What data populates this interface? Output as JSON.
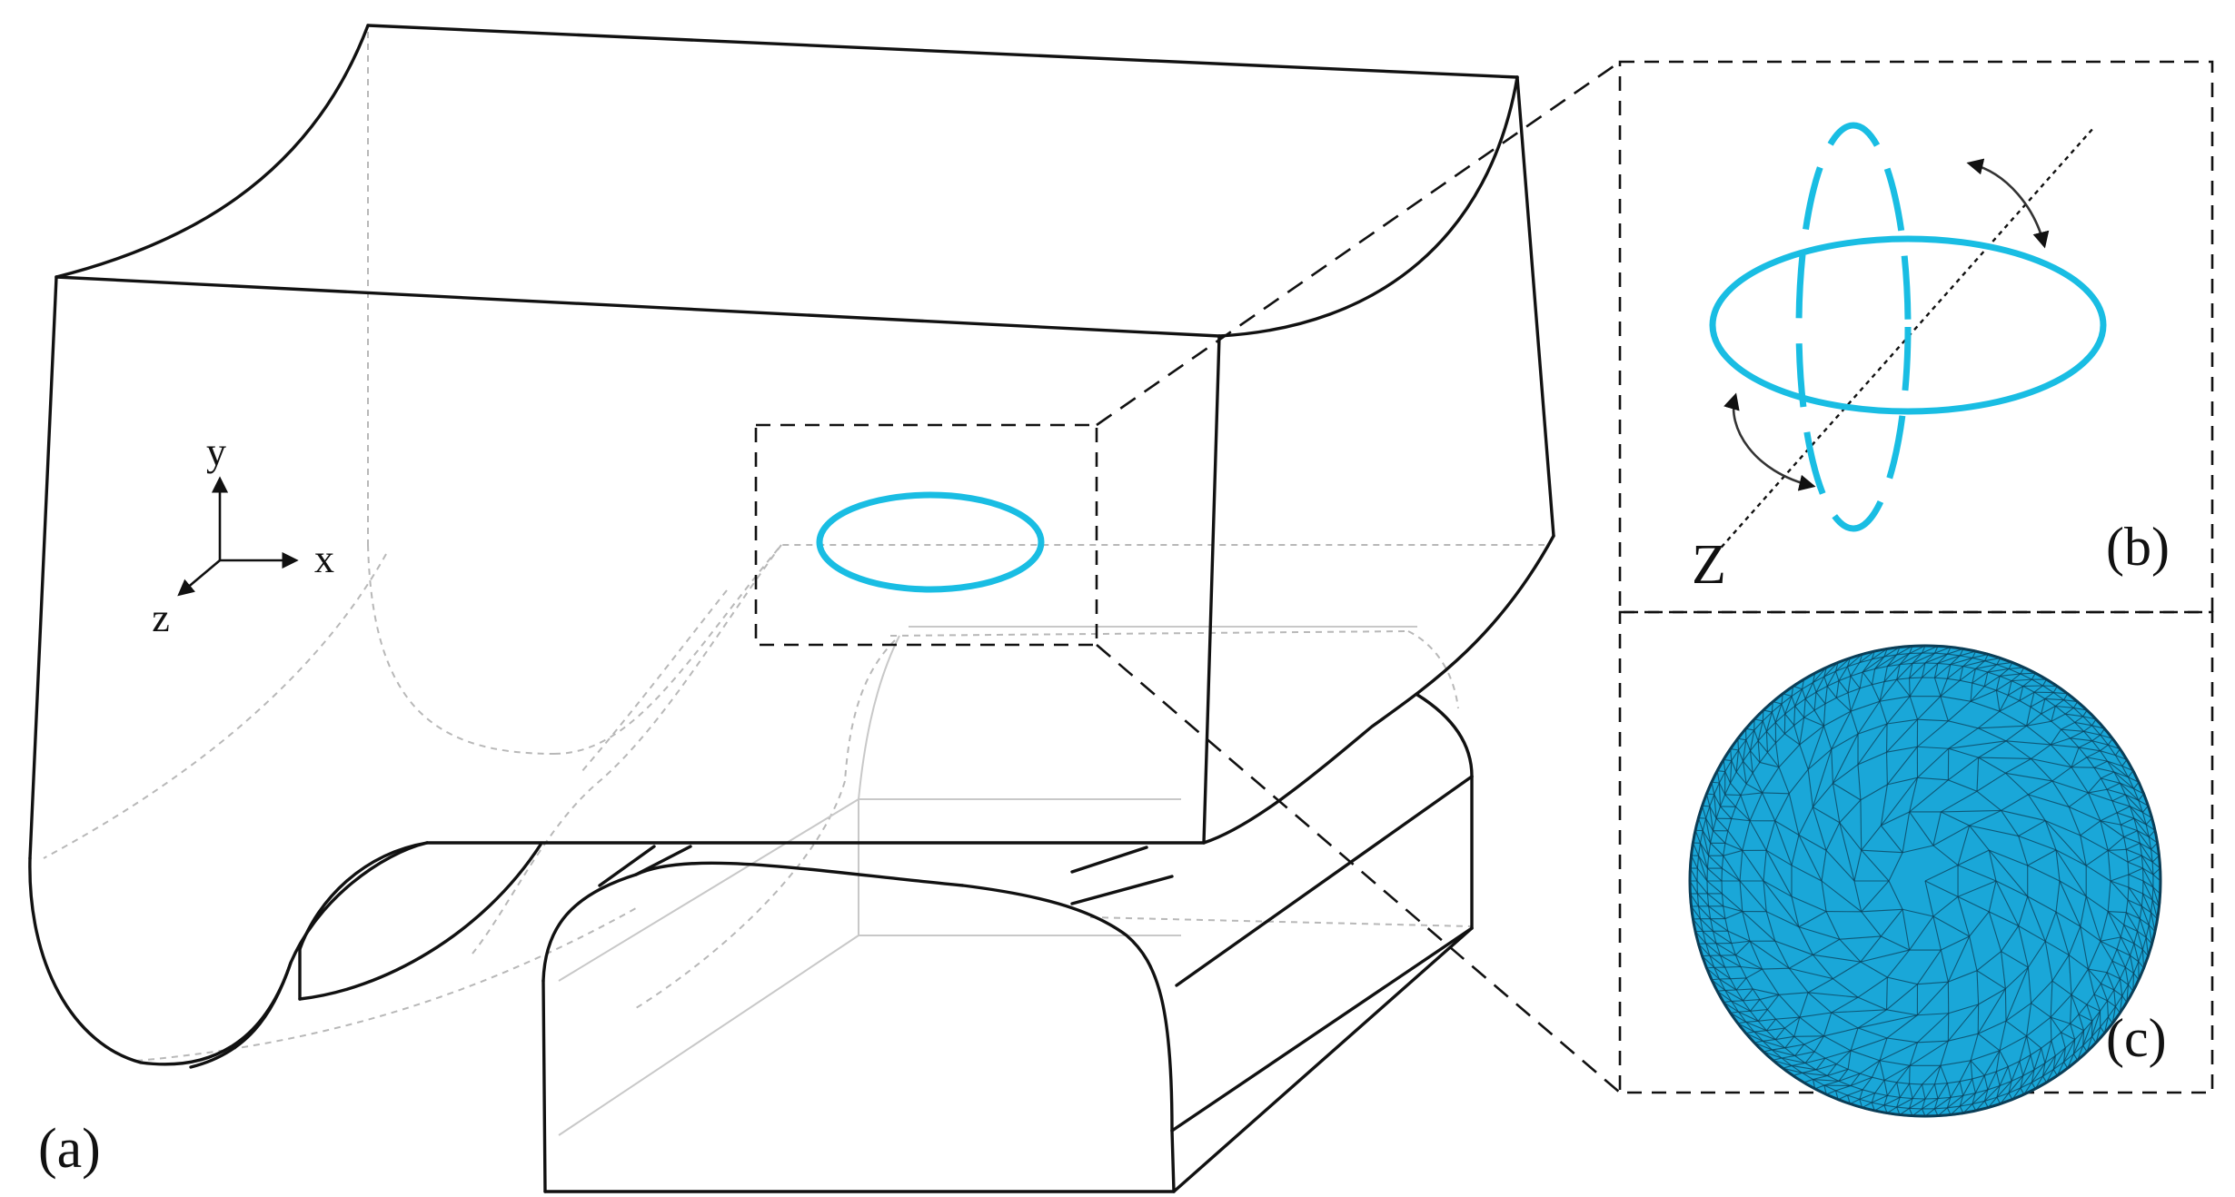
{
  "colors": {
    "bubble": "#19bde3",
    "mesh_fill": "#1aa7d8",
    "mesh_line": "#0b3e57",
    "outline": "#111111"
  },
  "panels": {
    "a": {
      "label": "(a)"
    },
    "b": {
      "label": "(b)"
    },
    "c": {
      "label": "(c)"
    }
  },
  "axes_triad": {
    "x": "x",
    "y": "y",
    "z": "z"
  },
  "rotation_axis_label": "Z"
}
